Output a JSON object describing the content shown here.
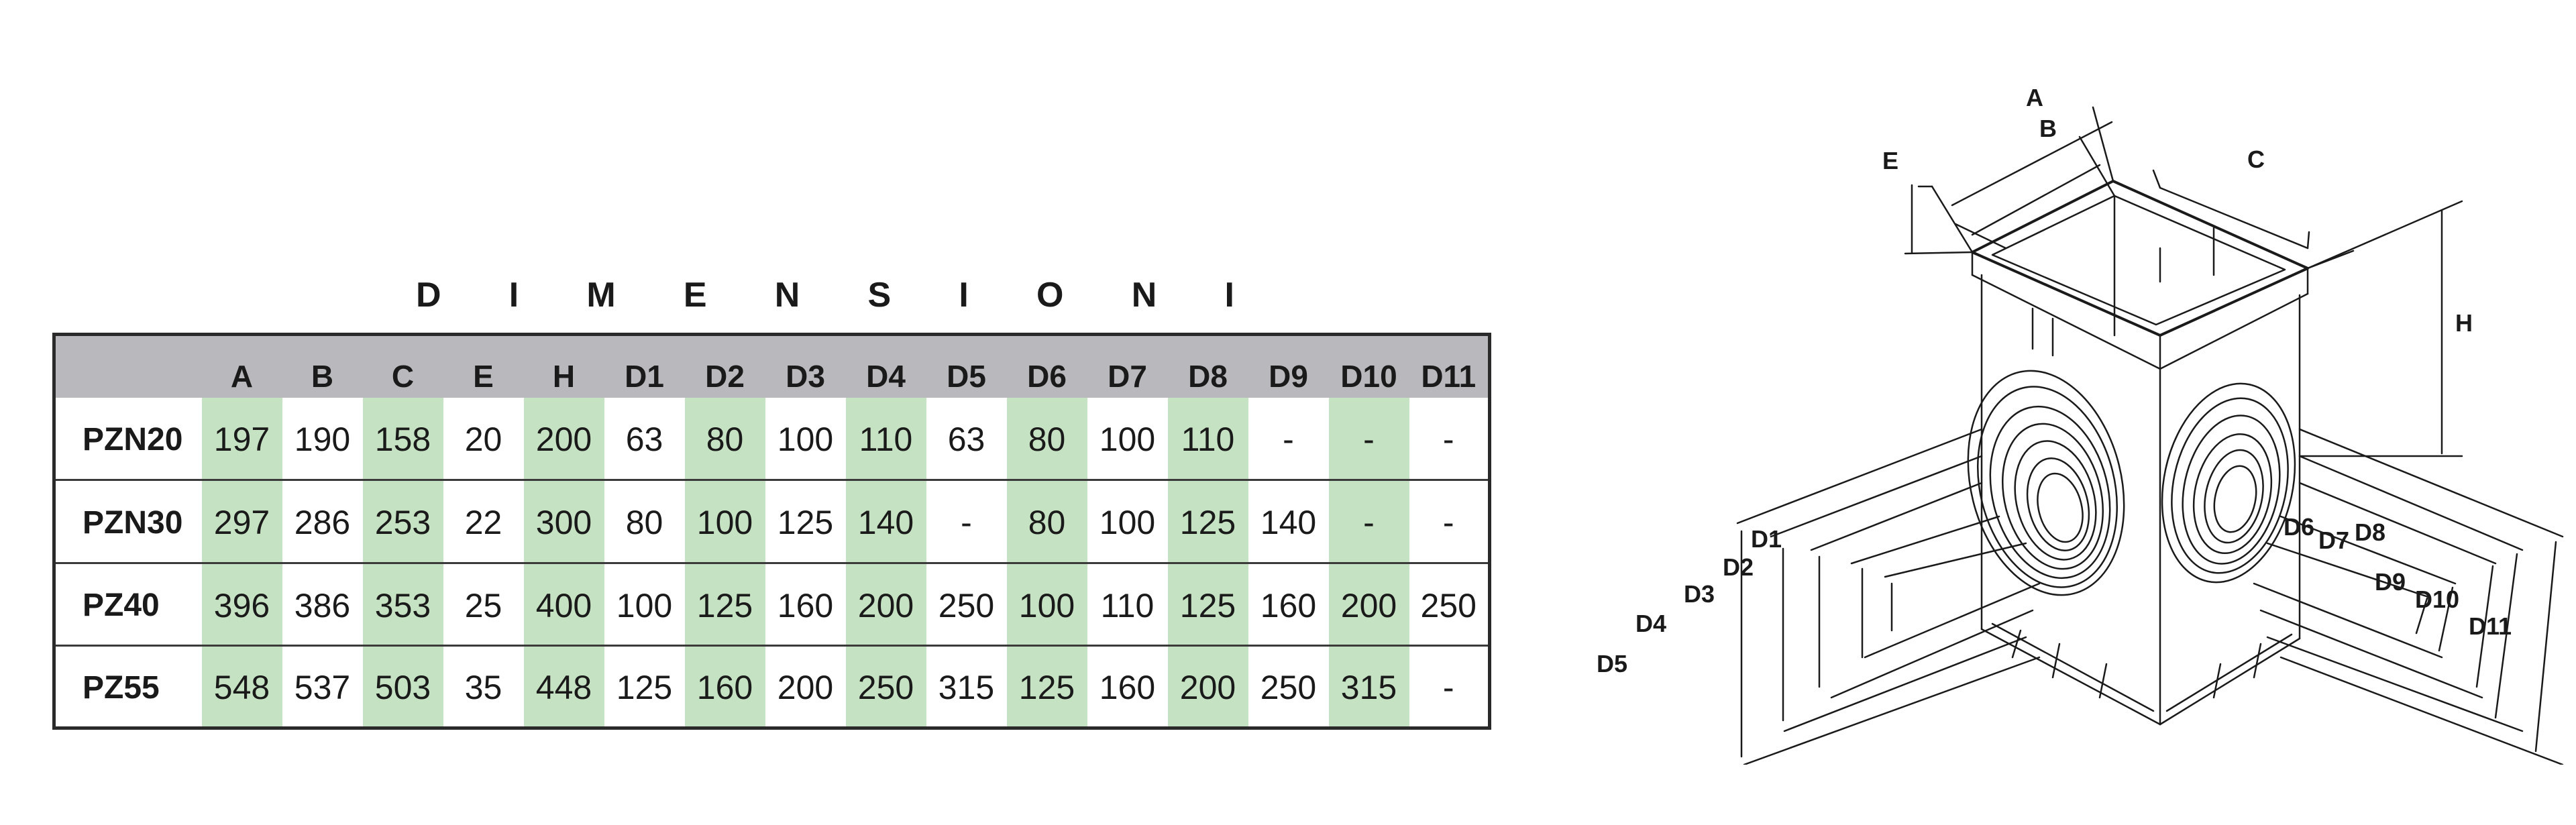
{
  "title": "DIMENSIONI",
  "title_letters": [
    "D",
    "I",
    "M",
    "E",
    "N",
    "S",
    "I",
    "O",
    "N",
    "I"
  ],
  "table": {
    "headers": [
      "",
      "A",
      "B",
      "C",
      "E",
      "H",
      "D1",
      "D2",
      "D3",
      "D4",
      "D5",
      "D6",
      "D7",
      "D8",
      "D9",
      "D10",
      "D11"
    ],
    "highlight_columns": [
      "A",
      "C",
      "H",
      "D2",
      "D4",
      "D6",
      "D8",
      "D10"
    ],
    "rows": [
      [
        "PZN20",
        "197",
        "190",
        "158",
        "20",
        "200",
        "63",
        "80",
        "100",
        "110",
        "63",
        "80",
        "100",
        "110",
        "-",
        "-",
        "-"
      ],
      [
        "PZN30",
        "297",
        "286",
        "253",
        "22",
        "300",
        "80",
        "100",
        "125",
        "140",
        "-",
        "80",
        "100",
        "125",
        "140",
        "-",
        "-"
      ],
      [
        "PZ40",
        "396",
        "386",
        "353",
        "25",
        "400",
        "100",
        "125",
        "160",
        "200",
        "250",
        "100",
        "110",
        "125",
        "160",
        "200",
        "250"
      ],
      [
        "PZ55",
        "548",
        "537",
        "503",
        "35",
        "448",
        "125",
        "160",
        "200",
        "250",
        "315",
        "125",
        "160",
        "200",
        "250",
        "315",
        "-"
      ]
    ]
  },
  "colors": {
    "header_bg": "#b9b9bd",
    "highlight_bg": "#c5e2c2",
    "border": "#2a2a2a",
    "text": "#1a1a1a"
  },
  "drawing": {
    "labels": {
      "A": "A",
      "B": "B",
      "C": "C",
      "E": "E",
      "H": "H",
      "D1": "D1",
      "D2": "D2",
      "D3": "D3",
      "D4": "D4",
      "D5": "D5",
      "D6": "D6",
      "D7": "D7",
      "D8": "D8",
      "D9": "D9",
      "D10": "D10",
      "D11": "D11"
    }
  }
}
